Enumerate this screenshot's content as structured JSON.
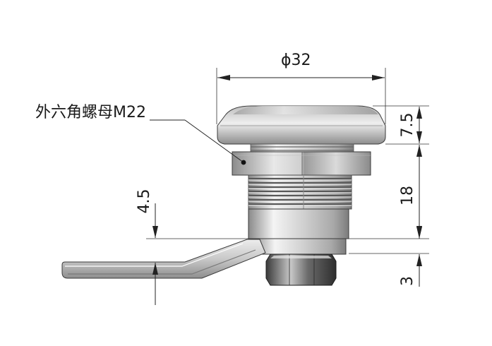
{
  "callout": {
    "label": "外六角螺母M22"
  },
  "dimensions": {
    "diameter": "ϕ32",
    "cap_height": "7.5",
    "thread_length": "18",
    "nut_thickness": "3",
    "cam_offset": "4.5"
  },
  "colors": {
    "metal_light": "#f2f2f2",
    "metal_mid": "#c8c8c8",
    "metal_dark": "#7a7a7a",
    "outline": "#3a3a3a",
    "dim": "#222222"
  }
}
